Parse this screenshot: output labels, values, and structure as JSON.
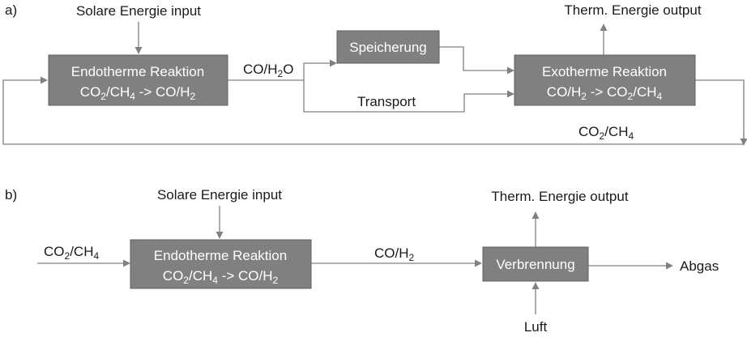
{
  "panel_a": {
    "tag": "a)",
    "solar_input": "Solare Energie input",
    "endo": {
      "title": "Endotherme Reaktion",
      "formula": [
        "CO",
        "2",
        "/CH",
        "4",
        " -> CO/H",
        "2"
      ]
    },
    "syngas_label": [
      "CO/H",
      "2",
      "O"
    ],
    "storage": "Speicherung",
    "transport": "Transport",
    "exo": {
      "title": "Exotherme Reaktion",
      "formula": [
        "CO/H",
        "2",
        " -> CO",
        "2",
        "/CH",
        "4"
      ]
    },
    "therm_output": "Therm. Energie output",
    "recycle_label": [
      "CO",
      "2",
      "/CH",
      "4"
    ]
  },
  "panel_b": {
    "tag": "b)",
    "solar_input": "Solare Energie input",
    "feed_label": [
      "CO",
      "2",
      "/CH",
      "4"
    ],
    "endo": {
      "title": "Endotherme Reaktion",
      "formula": [
        "CO",
        "2",
        "/CH",
        "4",
        " -> CO/H",
        "2"
      ]
    },
    "syngas_label": [
      "CO/H",
      "2"
    ],
    "combustion": "Verbrennung",
    "therm_output": "Therm. Energie output",
    "exhaust": "Abgas",
    "air": "Luft"
  },
  "colors": {
    "box_fill": "#808080",
    "line": "#808080",
    "text": "#1a1a1a"
  }
}
